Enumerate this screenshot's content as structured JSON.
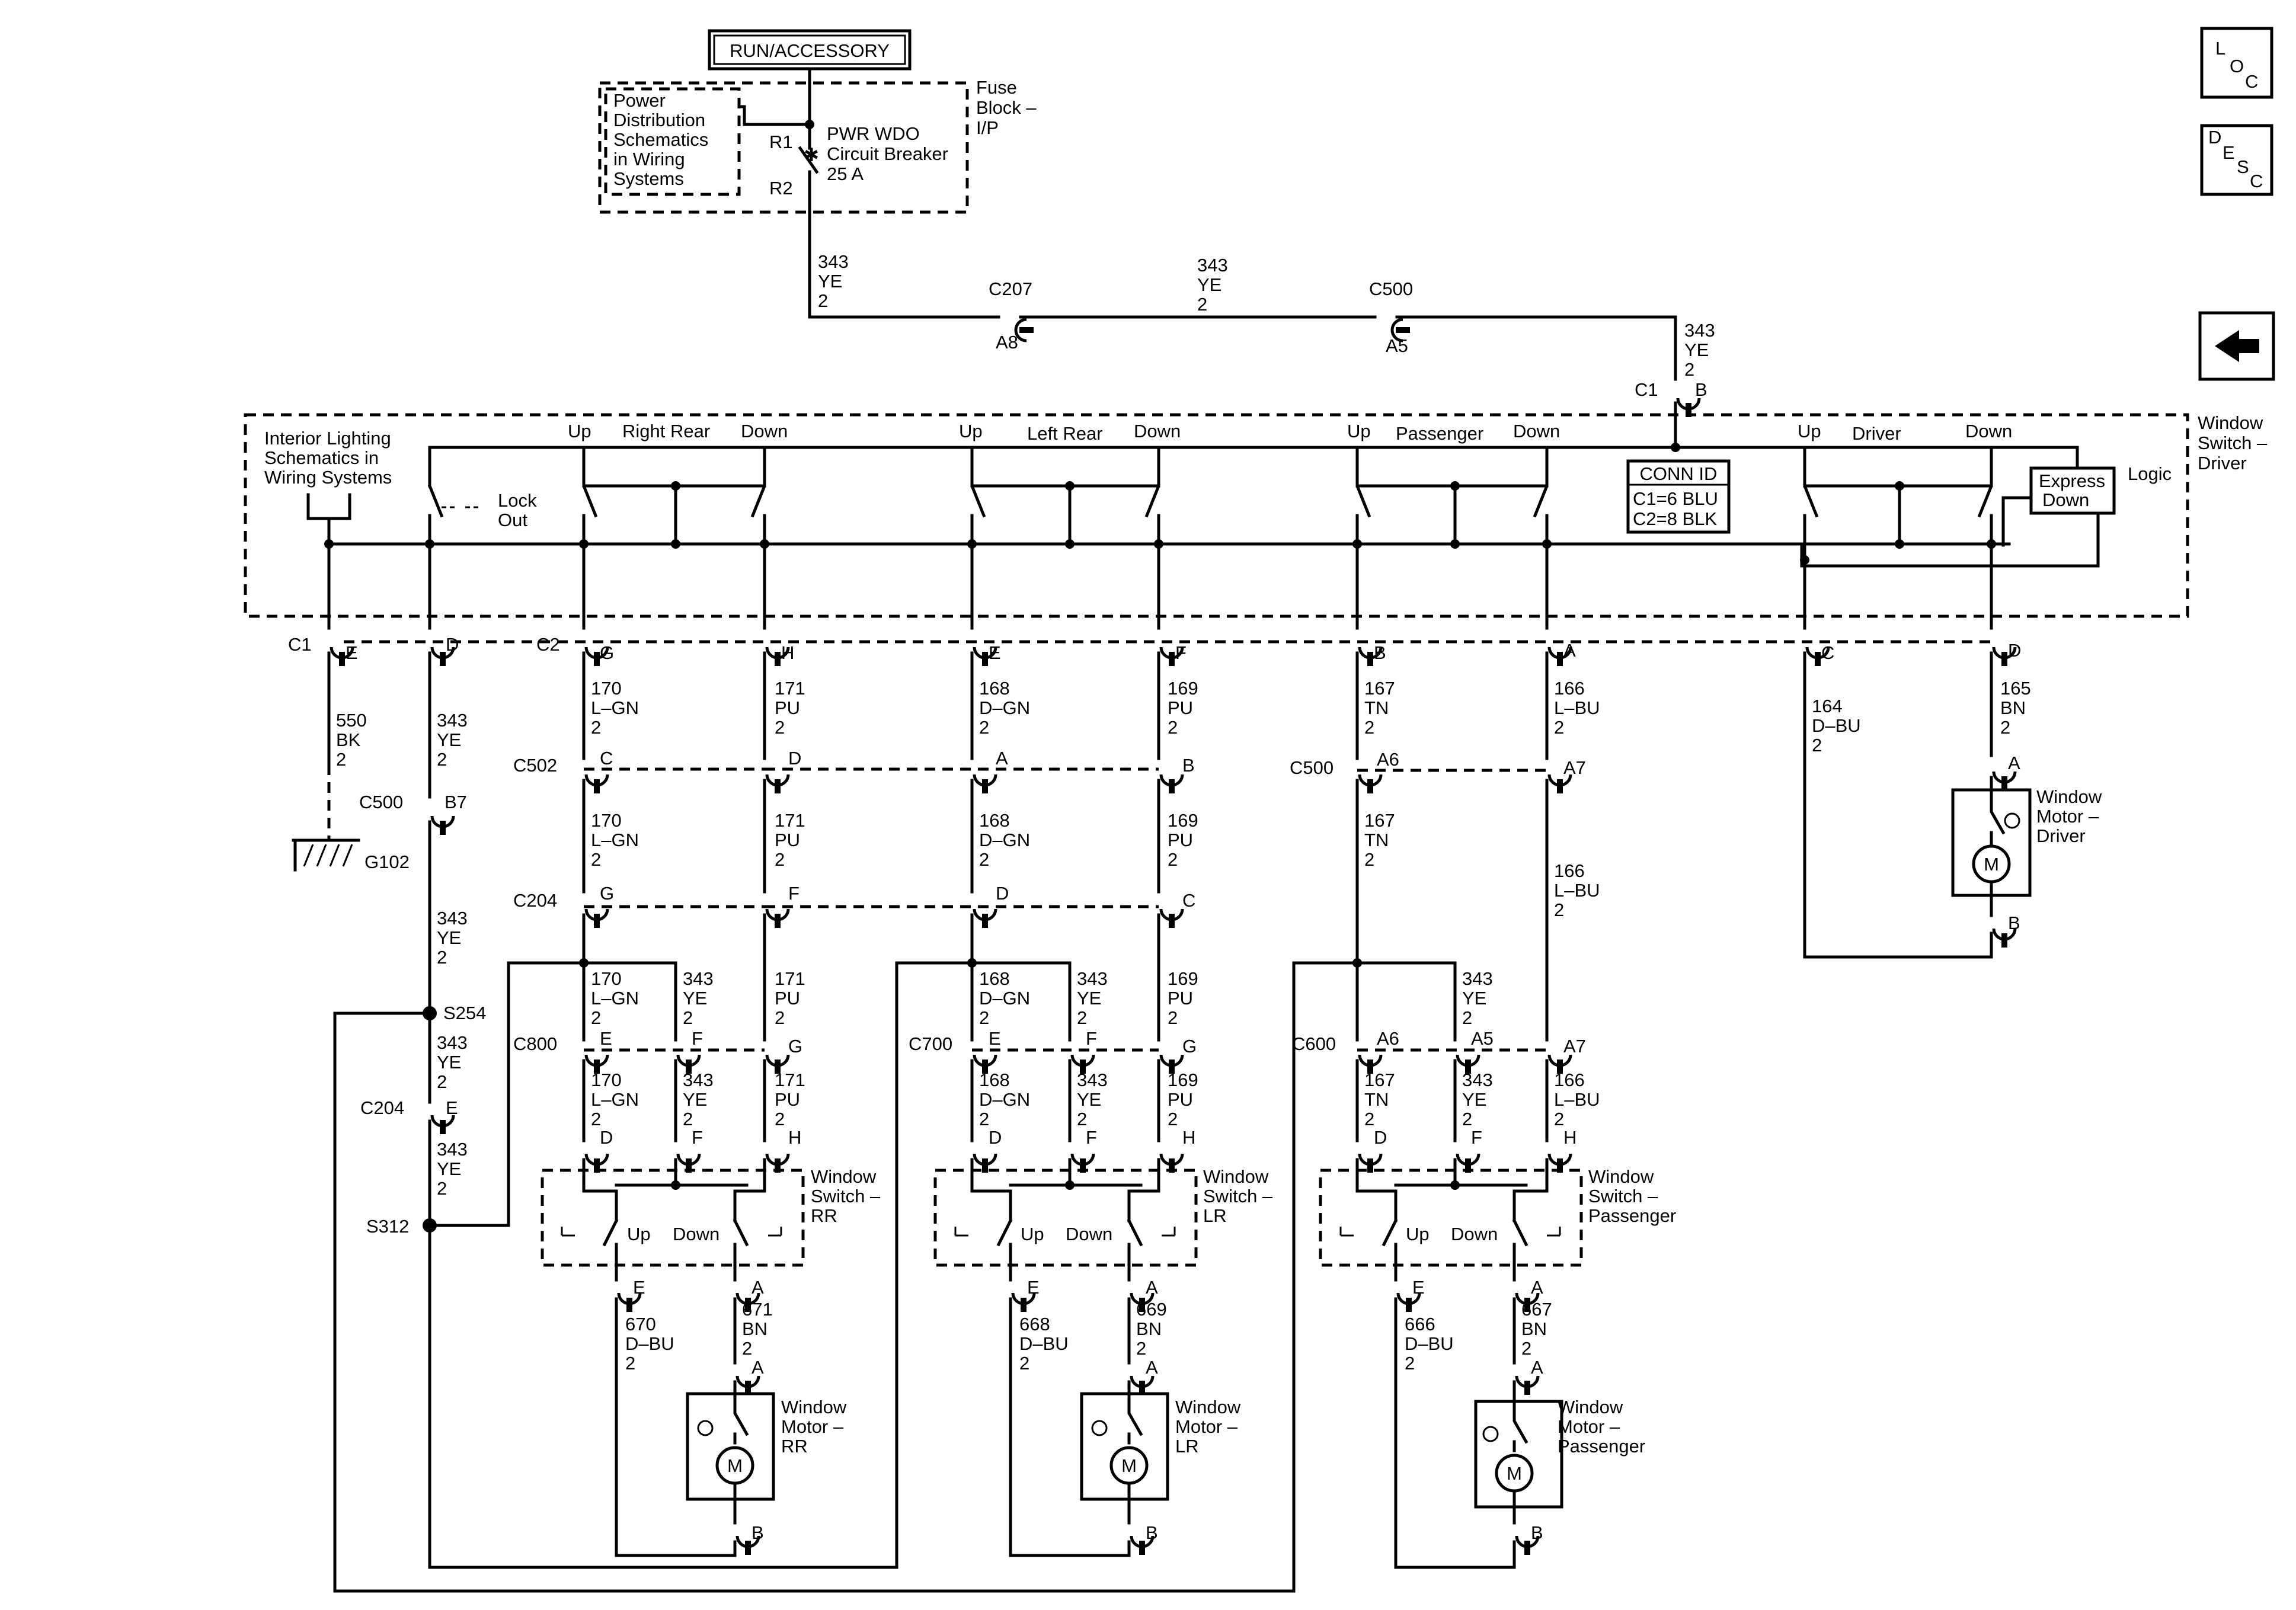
{
  "header": {
    "run_accessory": "RUN/ACCESSORY"
  },
  "fuse": {
    "power_ref_1": "Power",
    "power_ref_2": "Distribution",
    "power_ref_3": "Schematics",
    "power_ref_4": "in Wiring",
    "power_ref_5": "Systems",
    "r1": "R1",
    "r2": "R2",
    "breaker_1": "PWR WDO",
    "breaker_2": "Circuit Breaker",
    "breaker_3": "25 A",
    "block_1": "Fuse",
    "block_2": "Block –",
    "block_3": "I/P"
  },
  "nav": {
    "loc_l": "L",
    "loc_o": "O",
    "loc_c": "C",
    "desc_d": "D",
    "desc_e": "E",
    "desc_s": "S",
    "desc_c": "C"
  },
  "feed": {
    "wire_1": [
      "343",
      "YE",
      "2"
    ],
    "wire_2": [
      "343",
      "YE",
      "2"
    ],
    "wire_3": [
      "343",
      "YE",
      "2"
    ],
    "c207": "C207",
    "a8": "A8",
    "c500": "C500",
    "a5": "A5",
    "c1": "C1",
    "b": "B"
  },
  "driver_switch": {
    "label_1": "Window",
    "label_2": "Switch –",
    "label_3": "Driver",
    "logic": "Logic",
    "express_1": "Express",
    "express_2": "Down",
    "conn_id": "CONN ID",
    "conn_c1": "C1=6 BLU",
    "conn_c2": "C2=8 BLK",
    "interior_1": "Interior Lighting",
    "interior_2": "Schematics in",
    "interior_3": "Wiring Systems",
    "lock_1": "Lock",
    "lock_2": "Out",
    "up": "Up",
    "down": "Down",
    "right_rear": "Right Rear",
    "left_rear": "Left Rear",
    "passenger": "Passenger",
    "driver": "Driver"
  },
  "connectors": {
    "c1": "C1",
    "c2": "C2",
    "c502": "C502",
    "c500": "C500",
    "c204": "C204",
    "c800": "C800",
    "c700": "C700",
    "c600": "C600",
    "s254": "S254",
    "s312": "S312",
    "g102": "G102",
    "pins": {
      "E": "E",
      "D": "D",
      "G": "G",
      "H": "H",
      "F": "F",
      "B": "B",
      "A": "A",
      "C": "C",
      "B7": "B7",
      "A6": "A6",
      "A7": "A7",
      "A5": "A5"
    }
  },
  "wires": {
    "w550": [
      "550",
      "BK",
      "2"
    ],
    "w343": [
      "343",
      "YE",
      "2"
    ],
    "w170": [
      "170",
      "L–GN",
      "2"
    ],
    "w171": [
      "171",
      "PU",
      "2"
    ],
    "w168": [
      "168",
      "D–GN",
      "2"
    ],
    "w169": [
      "169",
      "PU",
      "2"
    ],
    "w167": [
      "167",
      "TN",
      "2"
    ],
    "w166": [
      "166",
      "L–BU",
      "2"
    ],
    "w164": [
      "164",
      "D–BU",
      "2"
    ],
    "w165": [
      "165",
      "BN",
      "2"
    ],
    "w670": [
      "670",
      "D–BU",
      "2"
    ],
    "w671": [
      "671",
      "BN",
      "2"
    ],
    "w668": [
      "668",
      "D–BU",
      "2"
    ],
    "w669": [
      "669",
      "BN",
      "2"
    ],
    "w666": [
      "666",
      "D–BU",
      "2"
    ],
    "w667": [
      "667",
      "BN",
      "2"
    ]
  },
  "door_switches": {
    "rr": [
      "Window",
      "Switch –",
      "RR"
    ],
    "lr": [
      "Window",
      "Switch –",
      "LR"
    ],
    "pass": [
      "Window",
      "Switch –",
      "Passenger"
    ],
    "up": "Up",
    "down": "Down"
  },
  "motors": {
    "driver": [
      "Window",
      "Motor –",
      "Driver"
    ],
    "rr": [
      "Window",
      "Motor –",
      "RR"
    ],
    "lr": [
      "Window",
      "Motor –",
      "LR"
    ],
    "pass": [
      "Window",
      "Motor –",
      "Passenger"
    ],
    "m": "M"
  }
}
